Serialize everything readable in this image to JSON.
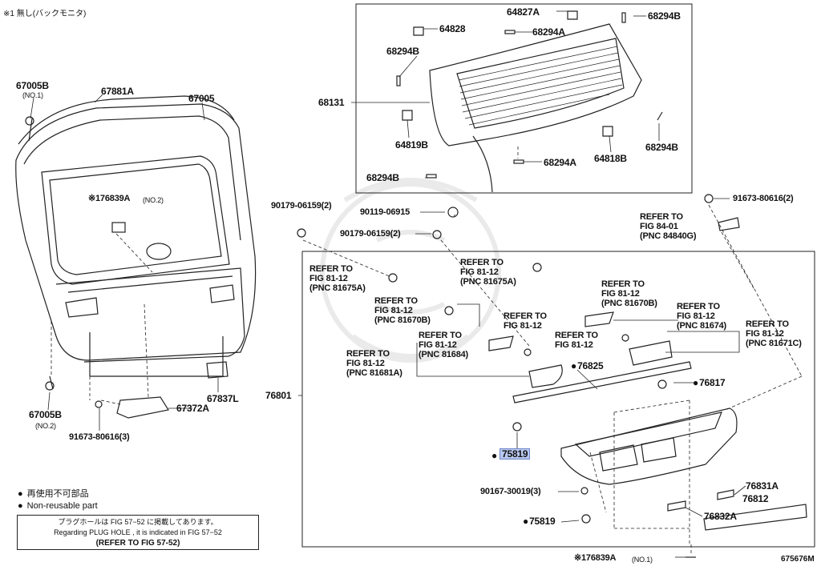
{
  "header_note": "※1 無し(バックモニタ)",
  "figure_id": "675676M",
  "labels": {
    "p67005B_1": "67005B",
    "p67005B_1_sub": "(NO.1)",
    "p67881A": "67881A",
    "p67005": "67005",
    "p176839A_2": "※176839A",
    "p176839A_2_sub": "(NO.2)",
    "p67005B_2": "67005B",
    "p67005B_2_sub": "(NO.2)",
    "p67837L": "67837L",
    "p67372A": "67372A",
    "p91673_80616_3": "91673-80616(3)",
    "p64827A": "64827A",
    "p68294B_a": "68294B",
    "p64828": "64828",
    "p68294A_a": "68294A",
    "p68294B_b": "68294B",
    "p68131": "68131",
    "p64819B": "64819B",
    "p68294B_c": "68294B",
    "p68294A_b": "68294A",
    "p64818B": "64818B",
    "p68294B_d": "68294B",
    "p90179_06159_a": "90179-06159(2)",
    "p90119_06915": "90119-06915",
    "p90179_06159_b": "90179-06159(2)",
    "p91673_80616_2": "91673-80616(2)",
    "ref_84840G": "REFER TO\nFIG 84-01\n(PNC 84840G)",
    "ref_81675A_1": "REFER TO\nFIG 81-12\n(PNC 81675A)",
    "ref_81675A_2": "REFER TO\nFIG 81-12\n(PNC 81675A)",
    "ref_81670B_1": "REFER TO\nFIG 81-12\n(PNC 81670B)",
    "ref_81670B_2": "REFER TO\nFIG 81-12\n(PNC 81670B)",
    "ref_fig_a": "REFER TO\nFIG 81-12",
    "ref_81674": "REFER TO\nFIG 81-12\n(PNC 81674)",
    "ref_fig_b": "REFER TO\nFIG 81-12",
    "ref_81671C": "REFER TO\nFIG 81-12\n(PNC 81671C)",
    "ref_81684": "REFER TO\nFIG 81-12\n(PNC 81684)",
    "ref_81681A": "REFER TO\nFIG 81-12\n(PNC 81681A)",
    "p76825": "76825",
    "p76817": "76817",
    "p76801": "76801",
    "p75819_hl": "75819",
    "p90167_30019_3": "90167-30019(3)",
    "p76831A": "76831A",
    "p76812": "76812",
    "p76832A": "76832A",
    "p75819_b": "75819",
    "p176839A_1": "※176839A",
    "p176839A_1_sub": "(NO.1)"
  },
  "legend": {
    "jp": "再使用不可部品",
    "en": "Non-reusable part"
  },
  "note_box": {
    "line1": "プラグホールは FIG 57−52 に掲載してあります。",
    "line2": "Regarding  PLUG  HOLE , it is indicated in  FIG  57−52",
    "line3": "(REFER  TO  FIG  57-52)"
  },
  "colors": {
    "line": "#222222",
    "highlight": "#b9c8f0",
    "watermark": "#e6e6e6"
  }
}
